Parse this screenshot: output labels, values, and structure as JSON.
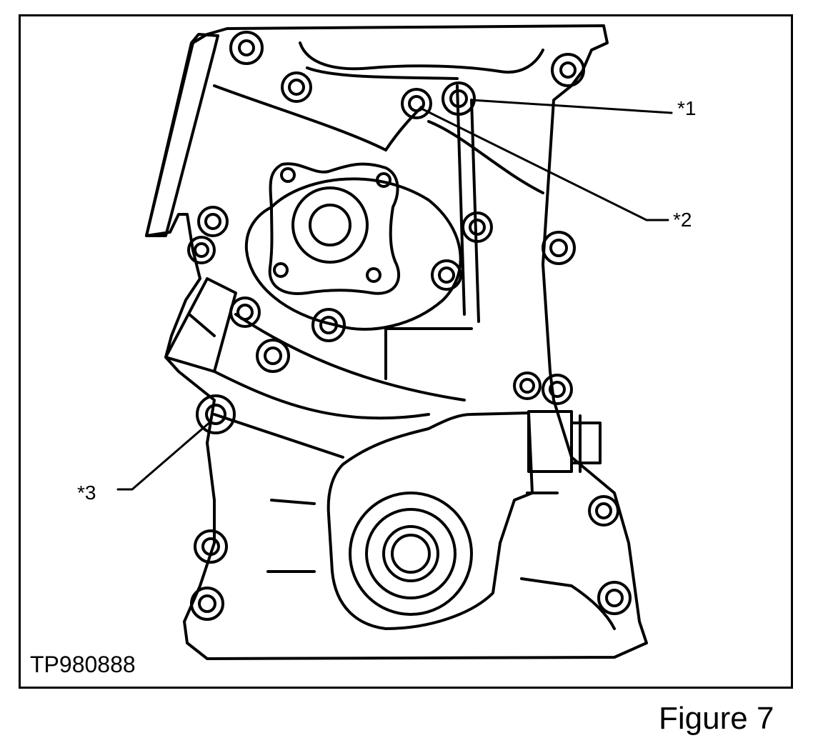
{
  "diagram": {
    "callouts": [
      {
        "id": "c1",
        "text": "*1"
      },
      {
        "id": "c2",
        "text": "*2"
      },
      {
        "id": "c3",
        "text": "*3"
      }
    ],
    "drawing_code": "TP980888"
  },
  "figure_caption": "Figure 7"
}
